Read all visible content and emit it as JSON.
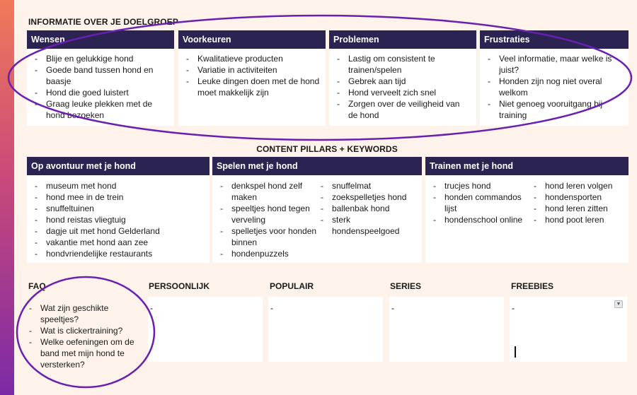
{
  "doelgroep": {
    "title": "INFORMATIE OVER JE DOELGROEP",
    "cards": [
      {
        "header": "Wensen",
        "items": [
          "Blije en gelukkige hond",
          "Goede band tussen hond en baasje",
          "Hond die goed luistert",
          "Graag leuke plekken met de hond bezoeken"
        ]
      },
      {
        "header": "Voorkeuren",
        "items": [
          "Kwalitatieve producten",
          "Variatie in activiteiten",
          "Leuke dingen doen met de hond moet makkelijk zijn"
        ]
      },
      {
        "header": "Problemen",
        "items": [
          "Lastig om consistent te trainen/spelen",
          "Gebrek aan tijd",
          "Hond verveelt zich snel",
          "Zorgen over de veiligheid van de hond"
        ]
      },
      {
        "header": "Frustraties",
        "items": [
          "Veel informatie, maar welke is juist?",
          "Honden zijn nog niet overal welkom",
          "Niet genoeg vooruitgang bij training"
        ]
      }
    ]
  },
  "pillars": {
    "title": "CONTENT PILLARS + KEYWORDS",
    "cards": [
      {
        "header": "Op avontuur met je hond",
        "col1": [
          "museum met hond",
          "hond mee in de trein",
          "snuffeltuinen",
          "hond reistas vliegtuig",
          "dagje uit met hond Gelderland",
          "vakantie met hond aan zee",
          "hondvriendelijke restaurants"
        ],
        "col2": []
      },
      {
        "header": "Spelen met je hond",
        "col1": [
          "denkspel hond zelf maken",
          "speeltjes hond tegen verveling",
          "spelletjes voor honden binnen",
          "hondenpuzzels"
        ],
        "col2": [
          "snuffelmat",
          "zoekspelletjes hond",
          "ballenbak hond",
          "sterk hondenspeelgoed"
        ]
      },
      {
        "header": "Trainen met je hond",
        "col1": [
          "trucjes hond",
          "honden commandos lijst",
          "hondenschool online"
        ],
        "col2": [
          "hond leren volgen",
          "hondensporten",
          "hond leren zitten",
          "hond poot leren"
        ]
      }
    ]
  },
  "bottom": {
    "faq": {
      "label": "FAQ",
      "items": [
        "Wat zijn geschikte speeltjes?",
        "Wat is clickertraining?",
        "Welke oefeningen om de band met mijn hond te versterken?"
      ]
    },
    "persoonlijk": {
      "label": "PERSOONLIJK",
      "items": [
        "",
        "",
        ""
      ]
    },
    "populair": {
      "label": "POPULAIR",
      "items": [
        "",
        "",
        ""
      ]
    },
    "series": {
      "label": "SERIES",
      "items": [
        "",
        "",
        ""
      ]
    },
    "freebies": {
      "label": "FREEBIES",
      "items": [
        "",
        "",
        ""
      ],
      "dropdown_icon": "chevron-down-icon"
    }
  },
  "colors": {
    "header_bg": "#2b2452",
    "annotation": "#6a1fb0",
    "page_bg": "#fdf3ea"
  }
}
